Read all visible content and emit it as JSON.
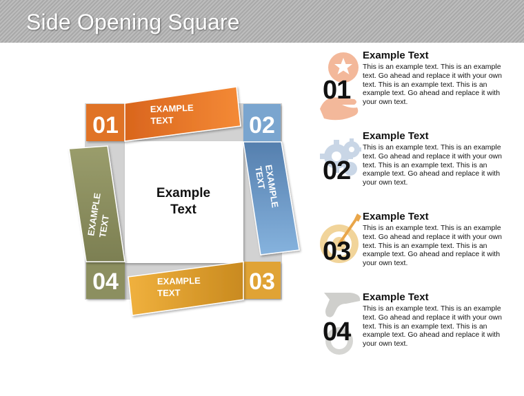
{
  "title": "Side Opening Square",
  "center_text": [
    "Example",
    "Text"
  ],
  "steps": [
    {
      "number": "01",
      "label": [
        "EXAMPLE",
        "TEXT"
      ],
      "color": "#ee7a2a"
    },
    {
      "number": "02",
      "label": [
        "EXAMPLE",
        "TEXT"
      ],
      "color": "#6d9ccb"
    },
    {
      "number": "03",
      "label": [
        "EXAMPLE",
        "TEXT"
      ],
      "color": "#e8a531"
    },
    {
      "number": "04",
      "label": [
        "EXAMPLE",
        "TEXT"
      ],
      "color": "#8c8f60"
    }
  ],
  "items": [
    {
      "number": "01",
      "heading": "Example Text",
      "body": "This is an example text. This is an example text. Go ahead and replace it with your own text. This is an example text. This is an example text. Go ahead and replace it with your own text.",
      "icon": "hand-star-icon",
      "icon_color": "#f3b89a"
    },
    {
      "number": "02",
      "heading": "Example Text",
      "body": "This is an example text. This is an example text. Go ahead and replace it with your own text. This is an example text. This is an example text. Go ahead and replace it with your own text.",
      "icon": "gears-icon",
      "icon_color": "#c9d6e6"
    },
    {
      "number": "03",
      "heading": "Example Text",
      "body": "This is an example text. This is an example text. Go ahead and replace it with your own text. This is an example text. This is an example text. Go ahead and replace it with your own text.",
      "icon": "target-icon",
      "icon_color": "#f1d49a"
    },
    {
      "number": "04",
      "heading": "Example Text",
      "body": "This is an example text. This is an example text. Go ahead and replace it with your own text. This is an example text. This is an example text. Go ahead and replace it with your own text.",
      "icon": "hand-coin-icon",
      "icon_color": "#cfcfcc"
    }
  ]
}
